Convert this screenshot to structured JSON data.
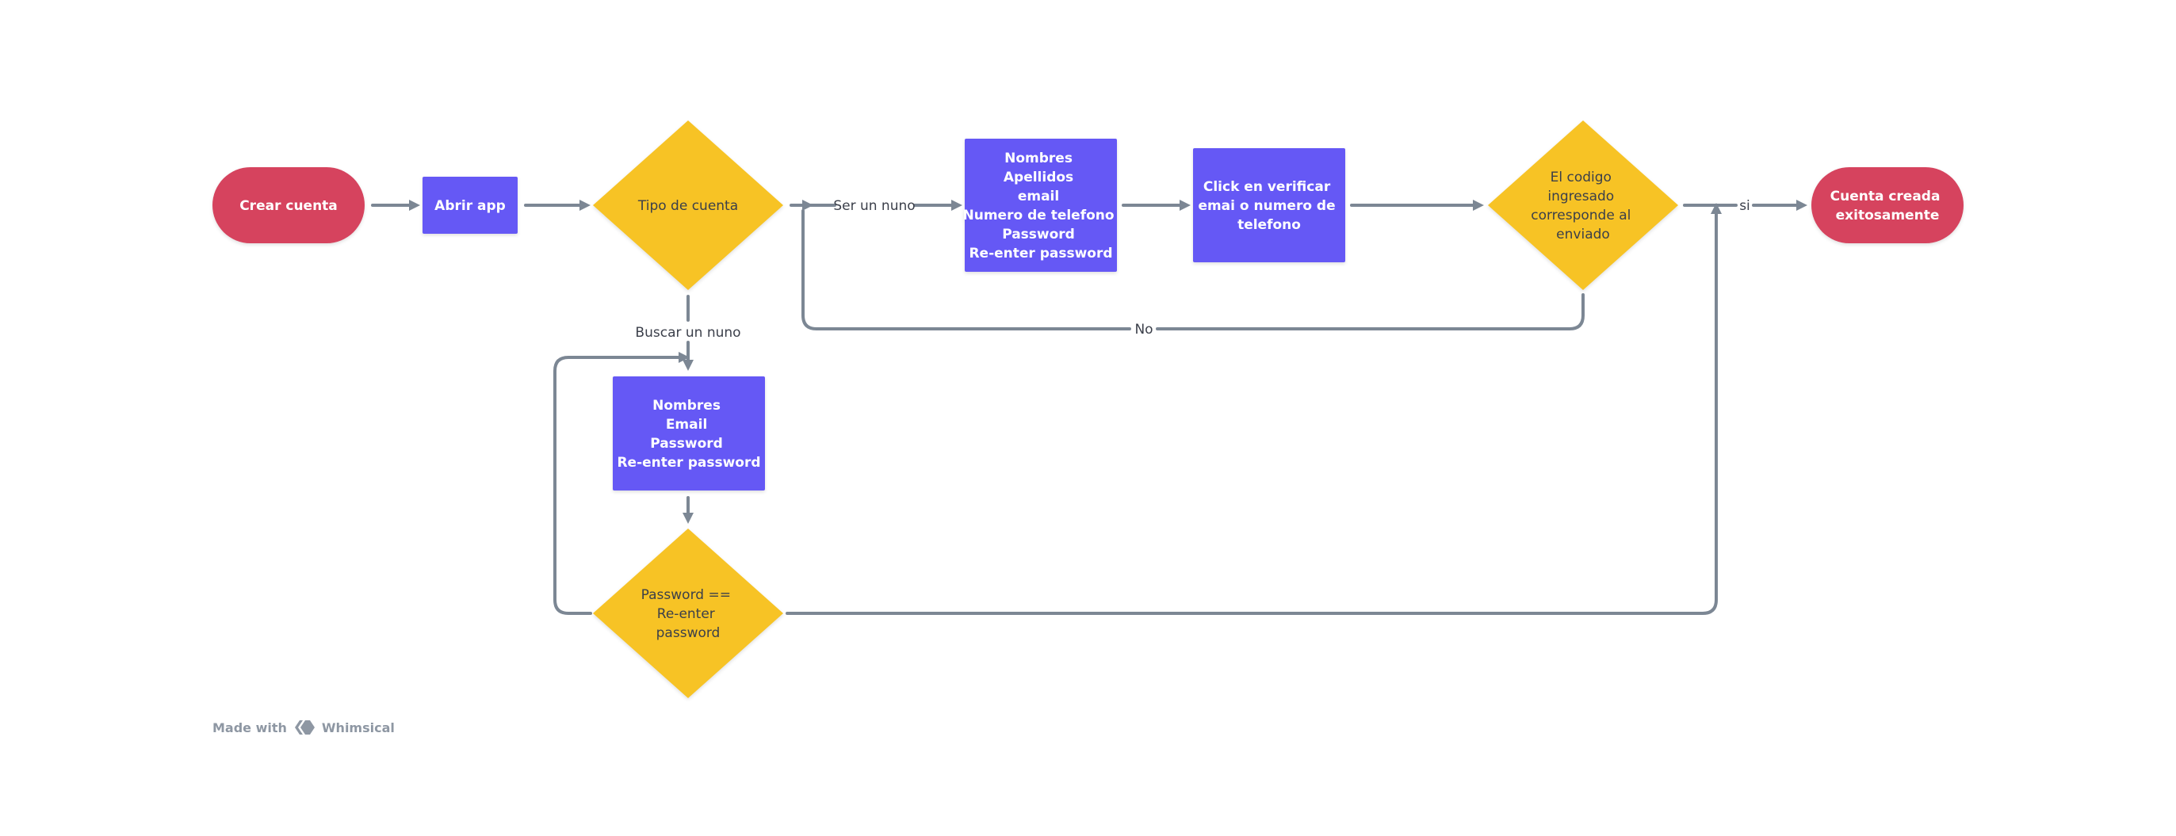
{
  "colors": {
    "terminator": "#d6435e",
    "process": "#6558f5",
    "decision": "#f7c325",
    "connector": "#7c8794",
    "label": "#3b3f4a",
    "watermark": "#8e97a3"
  },
  "nodes": {
    "crear_cuenta": {
      "lines": [
        "Crear cuenta"
      ]
    },
    "abrir_app": {
      "lines": [
        "Abrir app"
      ]
    },
    "tipo_de_cuenta": {
      "lines": [
        "Tipo de cuenta"
      ]
    },
    "form_nuno": {
      "lines": [
        "Nombres",
        "Apellidos",
        "email",
        "Numero de telefono",
        "Password",
        "Re-enter password"
      ]
    },
    "click_verificar": {
      "lines": [
        "Click en verificar",
        "emai o numero de",
        "telefono"
      ]
    },
    "codigo_check": {
      "lines": [
        "El codigo",
        "ingresado",
        "corresponde al",
        "enviado"
      ]
    },
    "cuenta_creada": {
      "lines": [
        "Cuenta creada",
        "exitosamente"
      ]
    },
    "form_buscar": {
      "lines": [
        "Nombres",
        "Email",
        "Password",
        "Re-enter password"
      ]
    },
    "password_check": {
      "lines": [
        "Password ==",
        "Re-enter",
        "password"
      ]
    }
  },
  "edge_labels": {
    "ser_un_nuno": "Ser un nuno",
    "buscar_un_nuno": "Buscar un nuno",
    "no": "No",
    "si": "si"
  },
  "watermark": {
    "made_with": "Made with",
    "brand": "Whimsical",
    "icon": "whimsical-logo-icon"
  }
}
